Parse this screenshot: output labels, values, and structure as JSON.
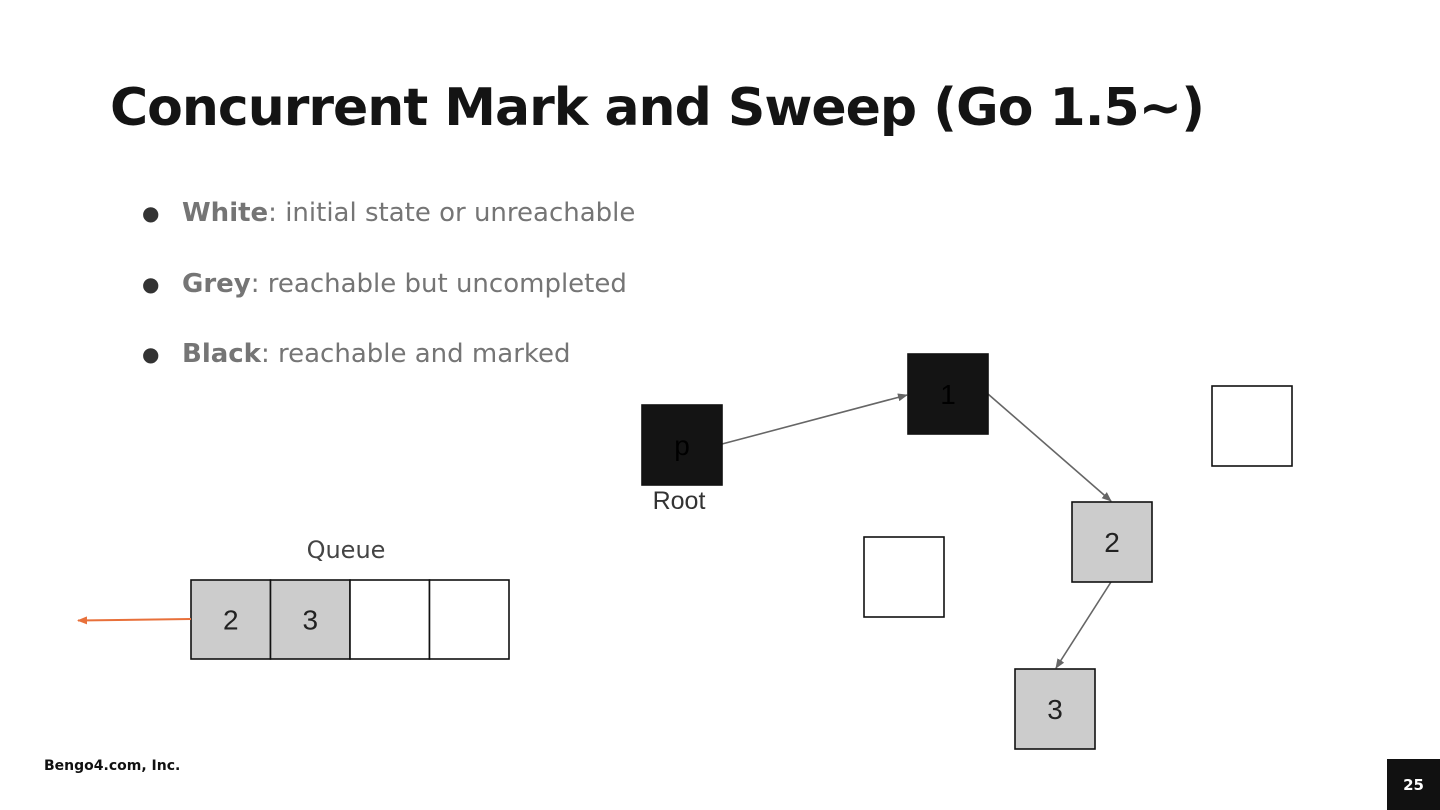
{
  "title": "Concurrent Mark and Sweep (Go 1.5~)",
  "bullets": [
    {
      "term": "White",
      "desc": ": initial state or unreachable"
    },
    {
      "term": "Grey",
      "desc": ": reachable but uncompleted"
    },
    {
      "term": "Black",
      "desc": ": reachable and marked"
    }
  ],
  "colors": {
    "black_node": "#141414",
    "grey_node": "#cccccc",
    "white_node": "#ffffff",
    "edge": "#666666",
    "dequeue_arrow": "#e8703a"
  },
  "graph": {
    "root_label": "Root",
    "nodes": [
      {
        "id": "p",
        "label": "p",
        "state": "black"
      },
      {
        "id": "n1",
        "label": "1",
        "state": "black"
      },
      {
        "id": "n2",
        "label": "2",
        "state": "grey"
      },
      {
        "id": "n3",
        "label": "3",
        "state": "grey"
      },
      {
        "id": "w1",
        "label": "",
        "state": "white"
      },
      {
        "id": "w2",
        "label": "",
        "state": "white"
      }
    ],
    "edges": [
      {
        "from": "p",
        "to": "n1"
      },
      {
        "from": "n1",
        "to": "n2"
      },
      {
        "from": "n2",
        "to": "n3"
      }
    ]
  },
  "queue": {
    "label": "Queue",
    "cells": [
      {
        "label": "2",
        "state": "grey"
      },
      {
        "label": "3",
        "state": "grey"
      },
      {
        "label": "",
        "state": "white"
      },
      {
        "label": "",
        "state": "white"
      }
    ]
  },
  "footer": {
    "company": "Bengo4.com, Inc.",
    "page": "25"
  }
}
